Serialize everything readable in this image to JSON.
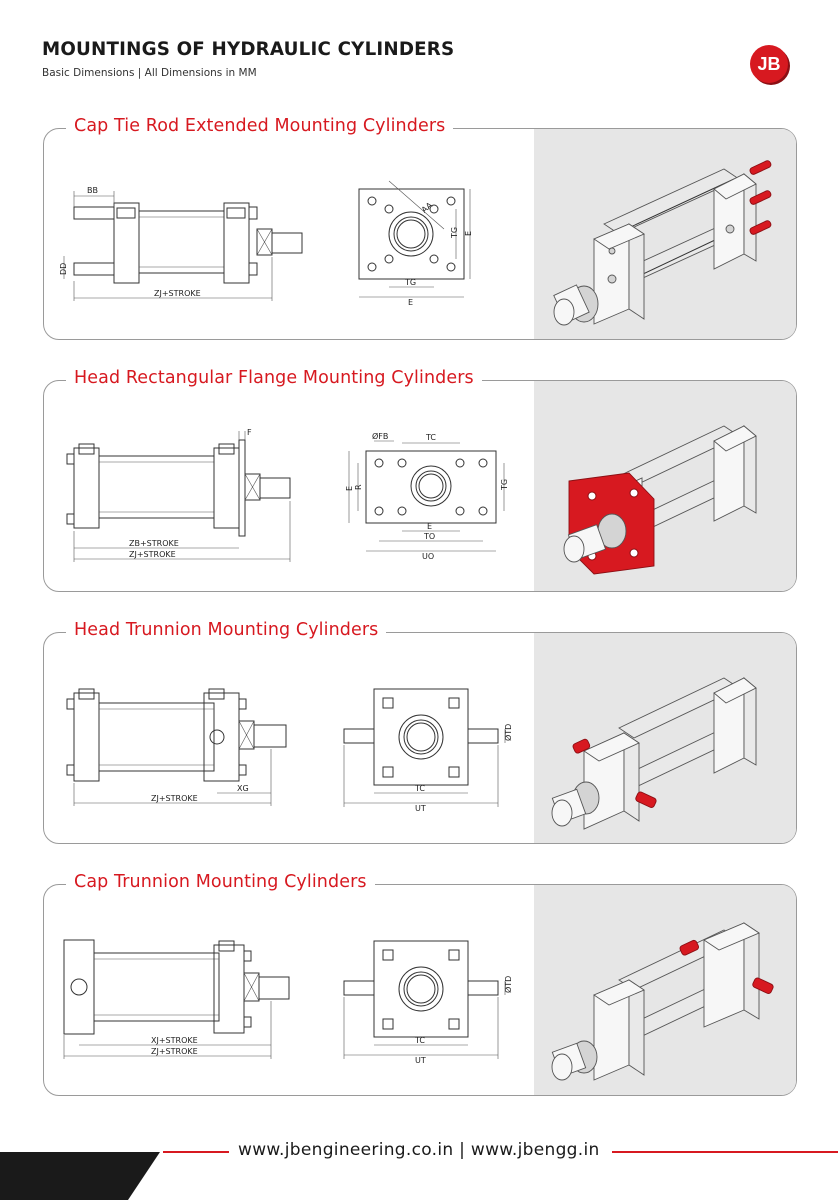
{
  "header": {
    "title": "MOUNTINGS OF HYDRAULIC CYLINDERS",
    "subtitle": "Basic Dimensions | All Dimensions in MM",
    "logo_text": "JB"
  },
  "colors": {
    "accent": "#d71920",
    "panel": "#e6e6e6",
    "text": "#1a1a1a"
  },
  "sections": [
    {
      "title": "Cap Tie Rod Extended Mounting Cylinders",
      "side_labels": [
        "BB",
        "DD",
        "ZJ+STROKE"
      ],
      "end_labels": [
        "AA",
        "TG",
        "E",
        "TG",
        "E"
      ]
    },
    {
      "title": "Head Rectangular Flange Mounting Cylinders",
      "side_labels": [
        "F",
        "ZB+STROKE",
        "ZJ+STROKE"
      ],
      "end_labels": [
        "ØFB",
        "TC",
        "E",
        "R",
        "TG",
        "E",
        "TO",
        "UO"
      ]
    },
    {
      "title": "Head Trunnion Mounting Cylinders",
      "side_labels": [
        "ZJ+STROKE",
        "XG"
      ],
      "end_labels": [
        "ØTD",
        "TC",
        "UT"
      ]
    },
    {
      "title": "Cap Trunnion Mounting Cylinders",
      "side_labels": [
        "XJ+STROKE",
        "ZJ+STROKE"
      ],
      "end_labels": [
        "ØTD",
        "TC",
        "UT"
      ]
    }
  ],
  "footer": {
    "websites": "www.jbengineering.co.in | www.jbengg.in"
  }
}
